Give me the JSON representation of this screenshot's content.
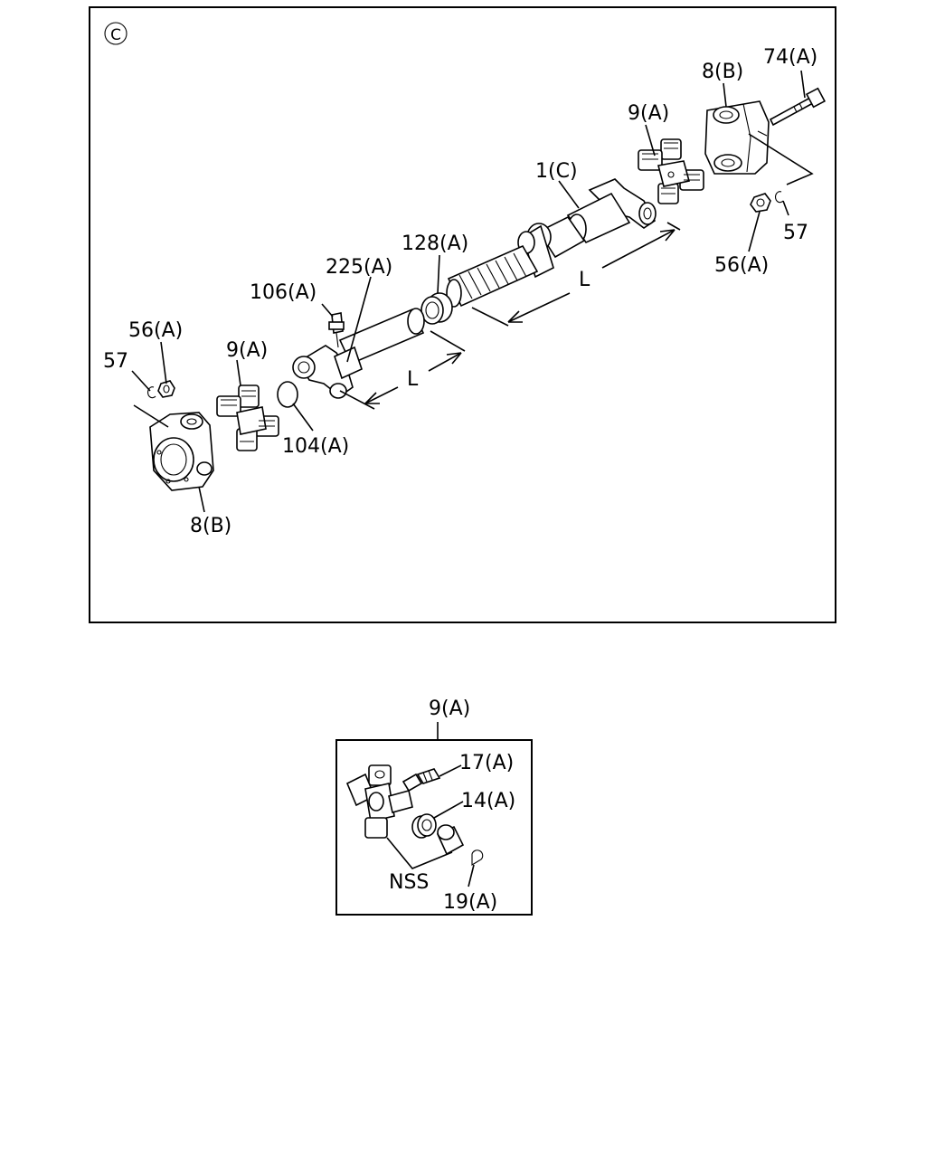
{
  "main_diagram": {
    "corner_mark": "C",
    "labels": {
      "p74a": "74(A)",
      "p8b_right": "8(B)",
      "p9a_right": "9(A)",
      "p1c": "1(C)",
      "p57_right": "57",
      "p56a_right": "56(A)",
      "p128a": "128(A)",
      "p225a": "225(A)",
      "p106a": "106(A)",
      "p56a_left": "56(A)",
      "p9a_left": "9(A)",
      "p57_left": "57",
      "p104a": "104(A)",
      "p8b_left": "8(B)",
      "dim_l_right": "L",
      "dim_l_left": "L"
    }
  },
  "detail_diagram": {
    "title": "9(A)",
    "labels": {
      "p17a": "17(A)",
      "p14a": "14(A)",
      "nss": "NSS",
      "p19a": "19(A)"
    }
  }
}
